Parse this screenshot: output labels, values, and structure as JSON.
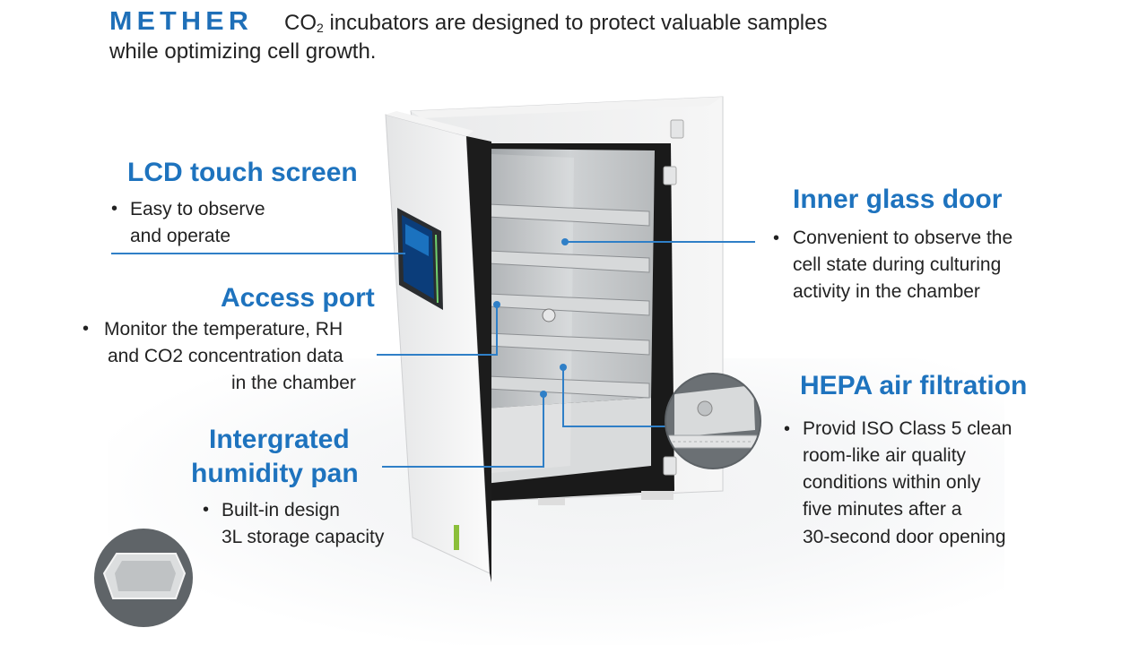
{
  "header": {
    "brand": "METHER",
    "tagline_prefix": "CO",
    "tagline_sub": "2",
    "tagline_rest": " incubators are designed to protect valuable samples",
    "tagline_line2": "while optimizing cell growth."
  },
  "features": {
    "lcd": {
      "title": "LCD touch screen",
      "lines": [
        "Easy to observe",
        "and operate"
      ]
    },
    "access": {
      "title": "Access port",
      "lines": [
        "Monitor the temperature, RH",
        "and  CO2 concentration data",
        "in the chamber"
      ]
    },
    "humidity": {
      "title_lines": [
        "Intergrated",
        "humidity pan"
      ],
      "lines": [
        "Built-in design",
        "3L storage capacity"
      ]
    },
    "glass": {
      "title": "Inner glass door",
      "lines": [
        "Convenient to observe the",
        "cell state during culturing",
        "activity in the chamber"
      ]
    },
    "hepa": {
      "title": "HEPA air filtration",
      "lines": [
        "Provid ISO Class 5 clean",
        "room-like air quality",
        "conditions within only",
        "five minutes after a",
        "30-second door opening"
      ]
    }
  },
  "colors": {
    "accent": "#1e73be",
    "brand": "#1e6fb8",
    "text": "#222222"
  },
  "icons": {
    "pan": "humidity-pan-icon",
    "filter": "hepa-filter-icon"
  }
}
